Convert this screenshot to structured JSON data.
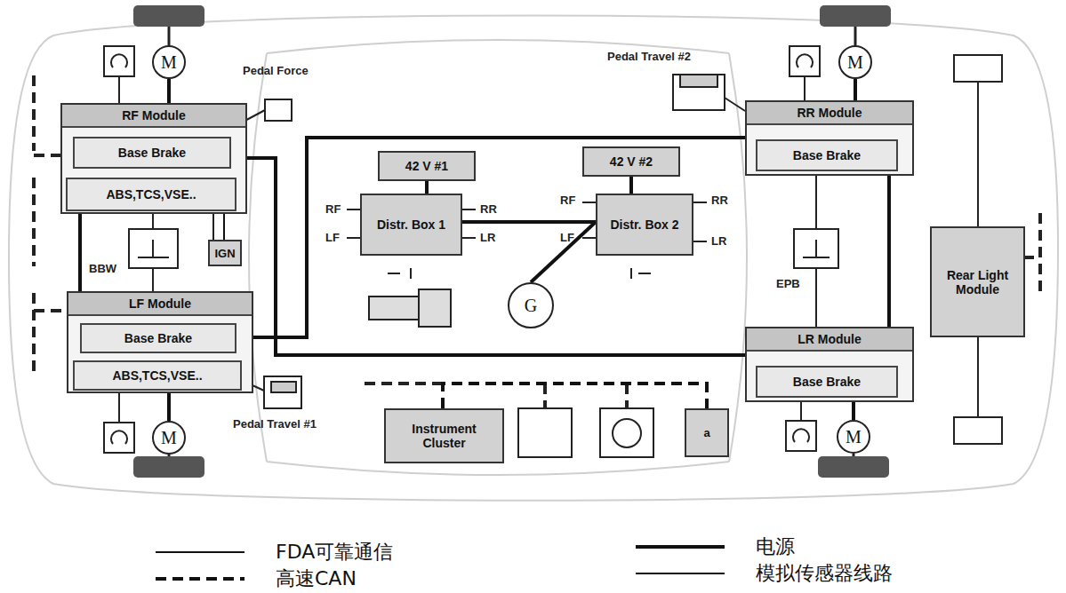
{
  "diagram": {
    "nodes": [
      {
        "text": [
          "RF Module"
        ]
      },
      {
        "text": [
          "Base Brake"
        ],
        "in": 0
      },
      {
        "text": [
          "ABS,TCS,VSE.."
        ],
        "in": 0
      },
      {
        "text": [
          "LF Module"
        ]
      },
      {
        "text": [
          "Base Brake"
        ],
        "in": 3
      },
      {
        "text": [
          "ABS,TCS,VSE.."
        ],
        "in": 3
      },
      {
        "text": [
          "RR Module"
        ]
      },
      {
        "text": [
          "Base Brake"
        ],
        "in": 6
      },
      {
        "text": [
          "LR Module"
        ]
      },
      {
        "text": [
          "Base Brake"
        ],
        "in": 8
      },
      {
        "text": [
          "42 V #1"
        ]
      },
      {
        "text": [
          "42 V #2"
        ]
      },
      {
        "text": [
          "Distr. Box 1"
        ]
      },
      {
        "text": [
          "Distr. Box 2"
        ]
      },
      {
        "text": [
          "G"
        ]
      },
      {
        "text": [
          "Rear Light Module"
        ]
      },
      {
        "text": [
          "IGN"
        ]
      },
      {
        "text": [
          "Instrument Cluster"
        ]
      },
      {
        "text": [
          "a"
        ]
      },
      {
        "text": [
          "M"
        ]
      },
      {
        "text": [
          "M"
        ]
      },
      {
        "text": [
          "M"
        ]
      },
      {
        "text": [
          "M"
        ]
      }
    ],
    "edges": [
      {
        "from": 10,
        "to": 12,
        "arrow": "none"
      },
      {
        "from": 11,
        "to": 13,
        "arrow": "none"
      },
      {
        "from": 12,
        "to": 13,
        "arrow": "none"
      },
      {
        "from": 14,
        "to": 13,
        "arrow": "none"
      },
      {
        "from": 0,
        "to": 3,
        "arrow": "none"
      },
      {
        "from": 6,
        "to": 8,
        "arrow": "none"
      },
      {
        "from": 0,
        "to": 8,
        "arrow": "none"
      },
      {
        "from": 3,
        "to": 6,
        "arrow": "none"
      },
      {
        "from": 19,
        "to": 0,
        "arrow": "none"
      },
      {
        "from": 20,
        "to": 3,
        "arrow": "none"
      },
      {
        "from": 21,
        "to": 6,
        "arrow": "none"
      },
      {
        "from": 22,
        "to": 8,
        "arrow": "none"
      },
      {
        "from": 17,
        "to": 18,
        "arrow": "none"
      },
      {
        "from": 16,
        "to": 0,
        "arrow": "none"
      }
    ],
    "labels": [
      "Pedal Force",
      "Pedal Travel #2",
      "Pedal Travel #1",
      "BBW",
      "EPB",
      "RF",
      "LF",
      "RR",
      "LR",
      "RF",
      "LF",
      "RR",
      "LR"
    ],
    "legend": [
      {
        "text": "FDA可靠通信"
      },
      {
        "text": "高速CAN"
      },
      {
        "text": "电源"
      },
      {
        "text": "模拟传感器线路"
      }
    ]
  }
}
